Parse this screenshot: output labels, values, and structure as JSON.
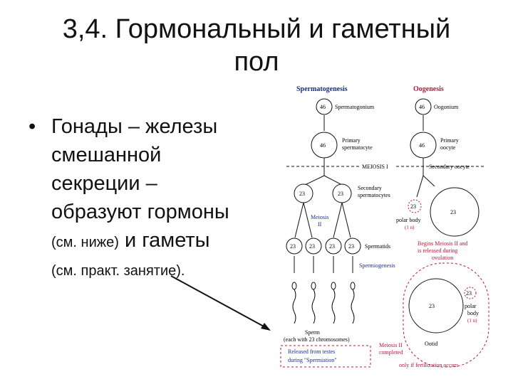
{
  "slide": {
    "title_line1": "3,4. Гормональный и гаметный",
    "title_line2": "пол",
    "bullet_symbol": "•",
    "bullet_line1": "Гонады – железы",
    "bullet_line2": "смешанной",
    "bullet_line3": "секреции –",
    "bullet_line4": "образуют гормоны",
    "bullet_line5_small": "(см. ниже)",
    "bullet_line5_big": " и гаметы",
    "bullet_line6": "(см. практ. занятие)."
  },
  "diagram": {
    "spermatogenesis_title": "Spermatogenesis",
    "oogenesis_title": "Oogenesis",
    "spermatogonium": "Spermatogonium",
    "oogonium": "Oogonium",
    "primary_spermatocyte_1": "Primary",
    "primary_spermatocyte_2": "spermatocyte",
    "primary_oocyte_1": "Primary",
    "primary_oocyte_2": "oocyte",
    "meiosis_i": "MEIOSIS I",
    "secondary_oocyte": "Secondary oocyte",
    "secondary_spermatocytes_1": "Secondary",
    "secondary_spermatocytes_2": "spermatocytes",
    "meiosis_ii_1": "Meiosis",
    "meiosis_ii_2": "II",
    "polar_body_1": "polar body",
    "polar_body_1_note": "(1 n)",
    "spermatids": "Spermatids",
    "spermiogenesis": "Spermiogenesis",
    "begins_meiosis_1": "Begins Meiosis II and",
    "begins_meiosis_2": "is released during",
    "begins_meiosis_3": "ovulation",
    "polar_body_2a": "polar",
    "polar_body_2b": "body",
    "polar_body_2_note": "(1 n)",
    "sperm_1": "Sperm",
    "sperm_2": "(each with 23 chromosomes)",
    "released_1": "Released from testes",
    "released_2": "during \"Spermiation\"",
    "meiosis_ii_completed_1": "Meiosis II",
    "meiosis_ii_completed_2": "completed",
    "ootid": "Ootid",
    "fertilization_note": "only if fertilization occurs",
    "n46": "46",
    "n23": "23"
  },
  "colors": {
    "diagram_red": "#c0143c",
    "diagram_blue": "#1a2a9a",
    "ink": "#111111"
  }
}
